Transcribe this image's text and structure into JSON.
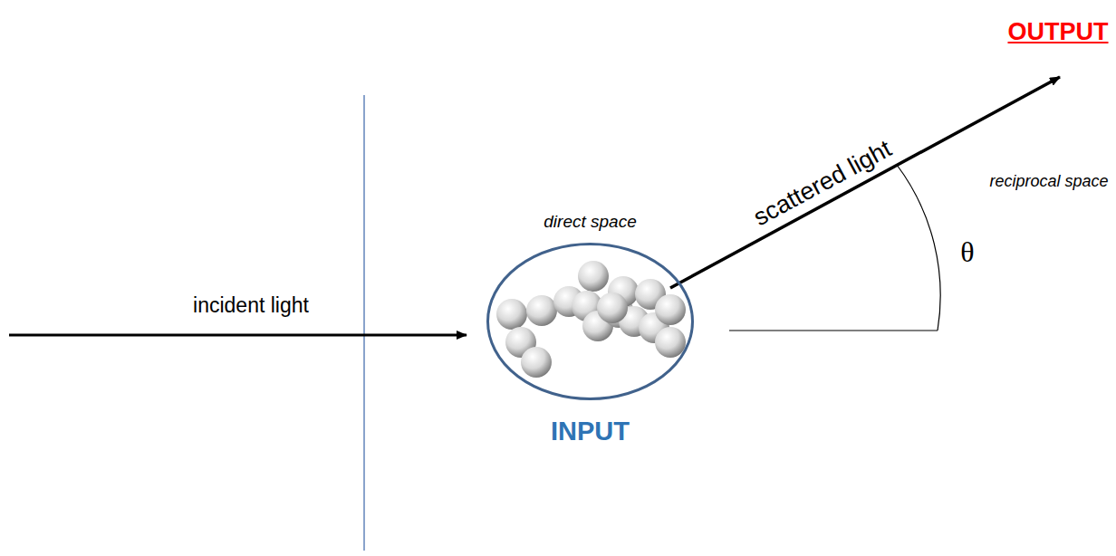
{
  "diagram": {
    "nodes": [
      {
        "text": [
          "direct space",
          "INPUT"
        ]
      }
    ],
    "labels": [
      "incident light",
      "scattered light",
      "reciprocal space",
      "θ",
      "OUTPUT"
    ]
  }
}
